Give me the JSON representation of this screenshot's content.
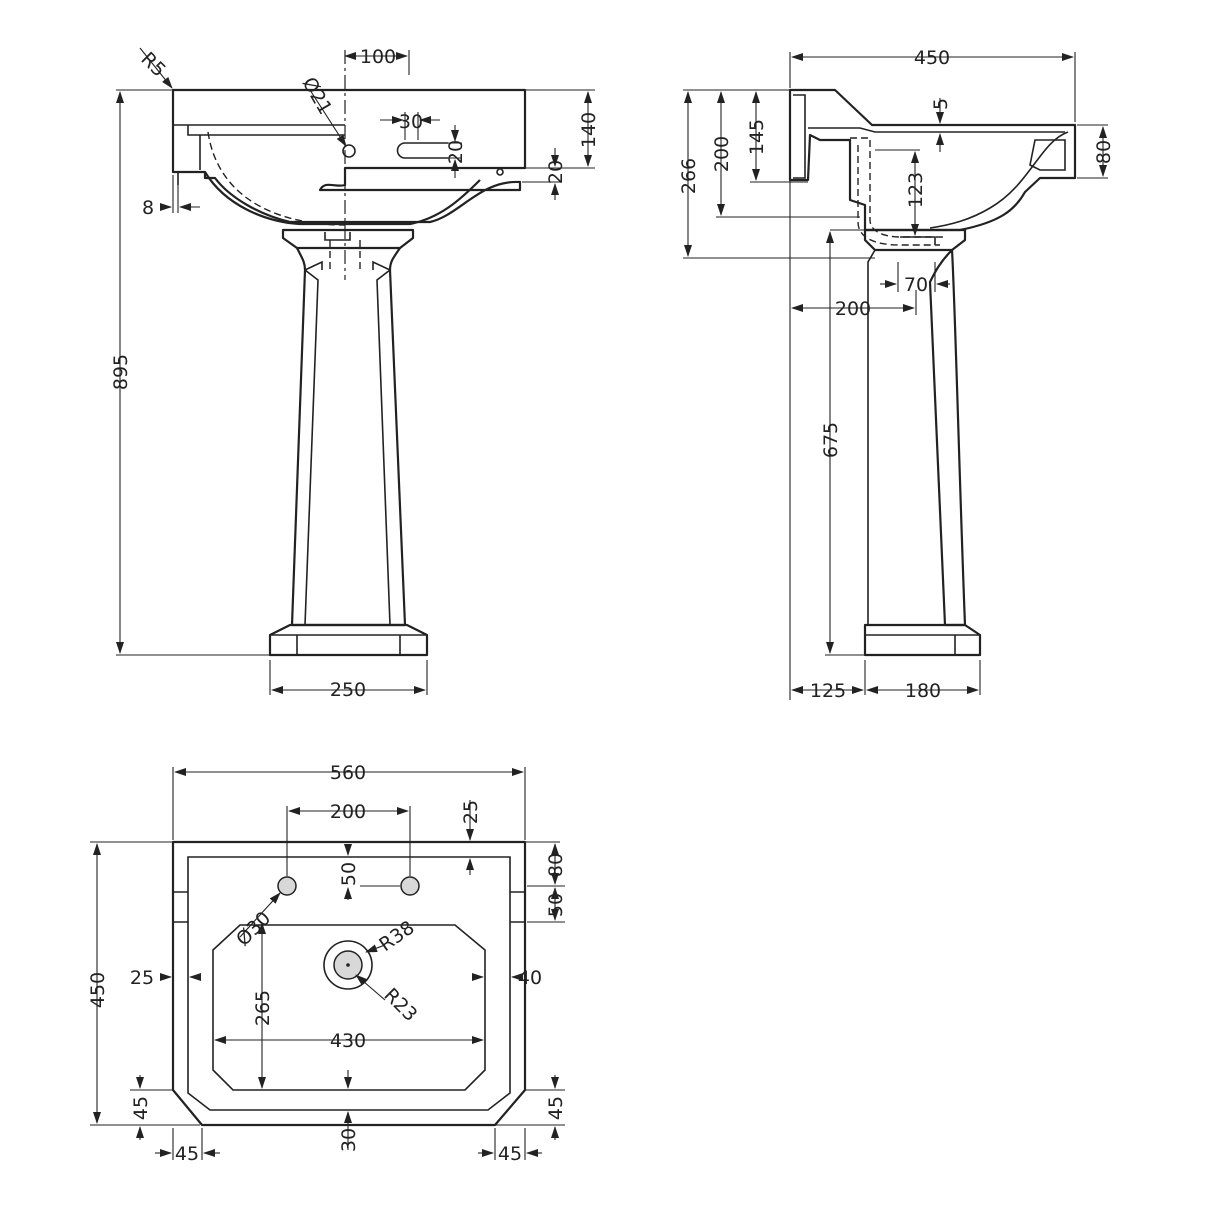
{
  "front_view": {
    "dims": {
      "r5": "R5",
      "w100": "100",
      "d21": "Ø21",
      "w30": "30",
      "h20a": "20",
      "h140": "140",
      "h20b": "20",
      "w8": "8",
      "h895": "895",
      "w250": "250"
    }
  },
  "side_view": {
    "dims": {
      "w450": "450",
      "h5": "5",
      "h266": "266",
      "h200": "200",
      "h145": "145",
      "h80": "80",
      "h123": "123",
      "w70": "70",
      "w200": "200",
      "h675": "675",
      "w125": "125",
      "w180": "180"
    }
  },
  "plan_view": {
    "dims": {
      "w560": "560",
      "w200": "200",
      "h25top": "25",
      "h50": "50",
      "h80": "80",
      "h50b": "50",
      "d30": "Ø30",
      "r38": "R38",
      "w25": "25",
      "w40": "40",
      "h450": "450",
      "h265": "265",
      "r23": "R23",
      "w430": "430",
      "h45l": "45",
      "h45r": "45",
      "h30": "30",
      "w45l": "45",
      "w45r": "45"
    }
  },
  "icons": {
    "arrow": "arrow-icon"
  }
}
